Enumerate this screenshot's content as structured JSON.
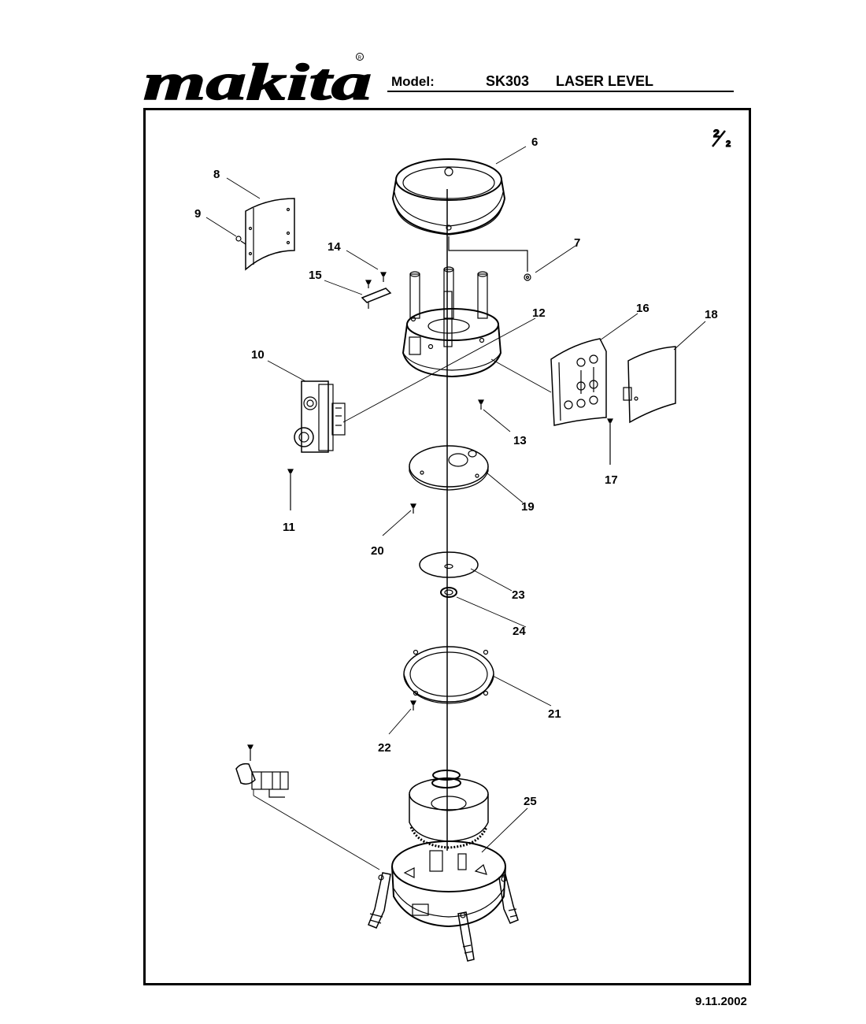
{
  "header": {
    "brand": "makita",
    "model_label": "Model:",
    "model_number": "SK303",
    "product_name": "LASER LEVEL"
  },
  "diagram": {
    "page_indicator": {
      "numerator": "2",
      "denominator": "2"
    },
    "callouts": [
      "6",
      "7",
      "8",
      "9",
      "10",
      "11",
      "12",
      "13",
      "14",
      "15",
      "16",
      "17",
      "18",
      "19",
      "20",
      "21",
      "22",
      "23",
      "24",
      "25"
    ]
  },
  "footer": {
    "date": "9.11.2002"
  }
}
